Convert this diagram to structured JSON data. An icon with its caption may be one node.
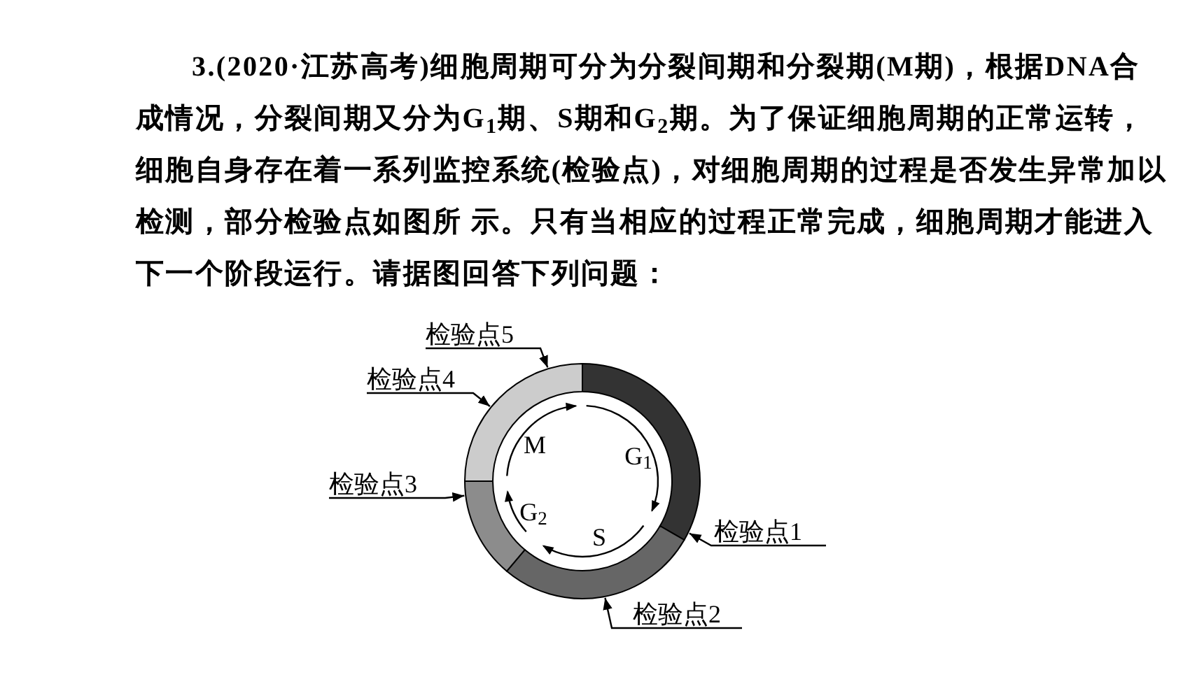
{
  "diagram": {
    "title": "3.(2020·江苏高考)细胞周期可分为分裂间期和分裂期(M期)，根据DNA合成情况，分裂间期又分为G$_{1}$期、S期和G$_{2}$期。为了保证细胞周期的正常运转，细胞自身存在着一系列监控系统(检验点)，对细胞周期的过程是否发生异常加以检测，部分检验点如图所 示。只有当相应的过程正常完成，细胞周期才能进入下一个阶段运行。请据图回答下列问题：",
    "nodes": [
      {
        "text": [],
        "shape": "bar"
      },
      {
        "text": [],
        "shape": "bar"
      },
      {
        "text": [],
        "shape": "bar"
      },
      {
        "text": [],
        "shape": "bar"
      },
      {
        "text": [
          "检验点5"
        ]
      },
      {
        "text": [
          "检验点4"
        ]
      },
      {
        "text": [
          "检验点3"
        ]
      },
      {
        "text": [
          "检验点1"
        ]
      },
      {
        "text": [
          "检验点2"
        ]
      }
    ],
    "edges": [
      {
        "from": 4,
        "to": 3,
        "arrow": "to"
      },
      {
        "from": 5,
        "to": 3,
        "arrow": "to"
      },
      {
        "from": 6,
        "to": 2,
        "arrow": "to"
      },
      {
        "from": 7,
        "to": 0,
        "arrow": "to"
      },
      {
        "from": 8,
        "to": 1,
        "arrow": "to"
      }
    ],
    "labels": [
      "M",
      "G$_{1}$",
      "S",
      "G$_{2}$"
    ]
  }
}
